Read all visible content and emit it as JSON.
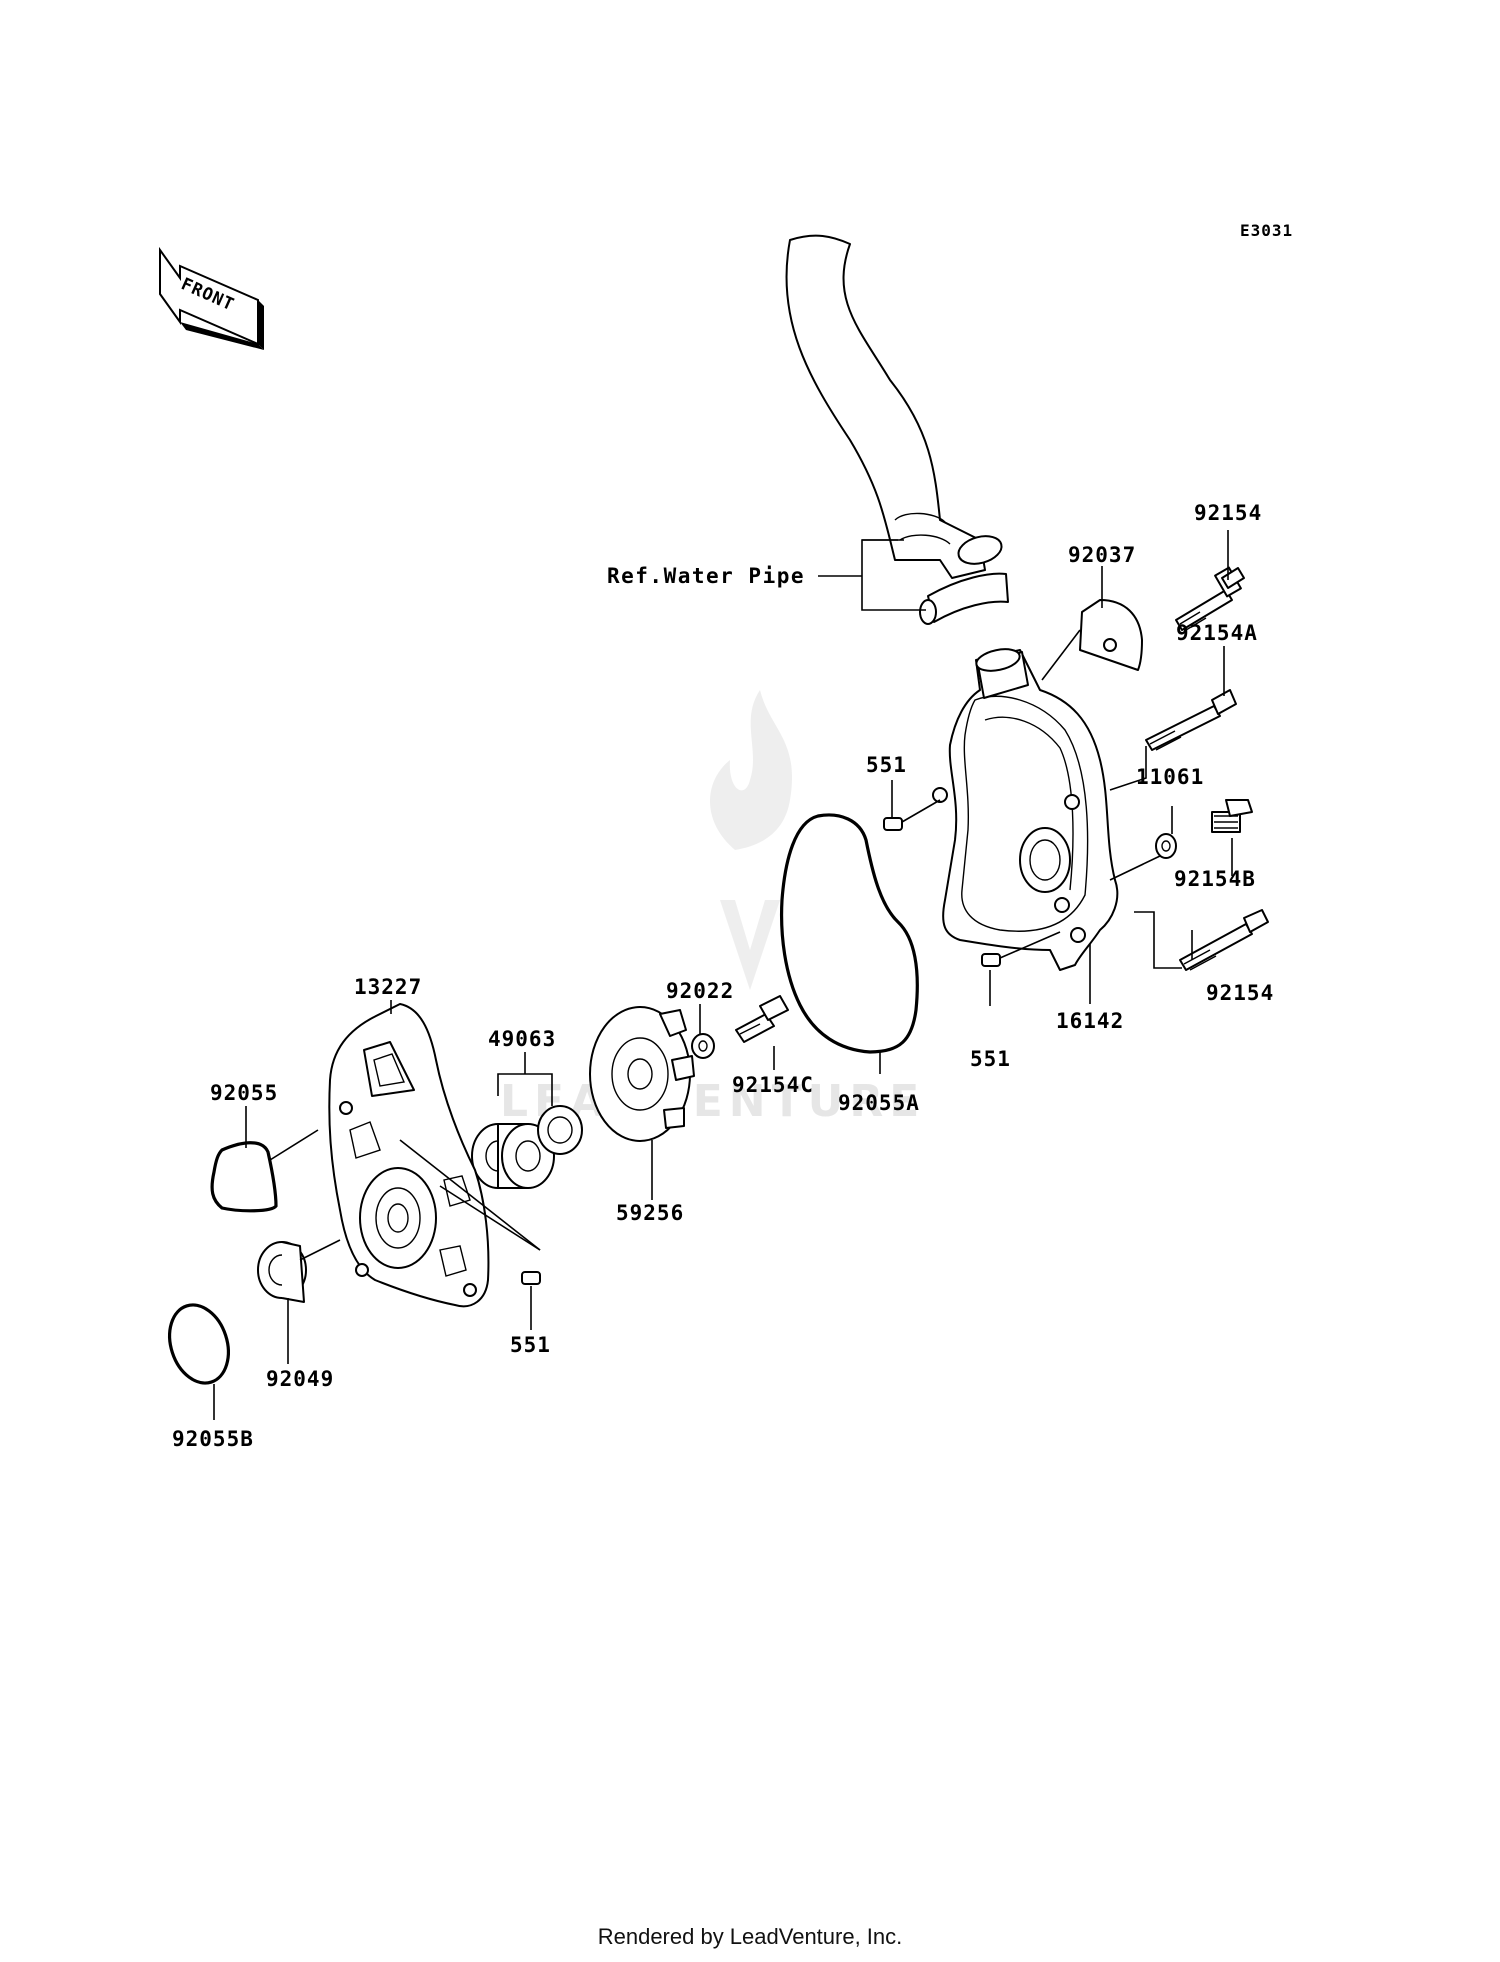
{
  "diagram": {
    "code": "E3031",
    "front_label": "FRONT",
    "reference_label": "Ref.Water Pipe",
    "watermark": "LEADVENTURE",
    "footer": "Rendered by LeadVenture, Inc."
  },
  "parts": [
    {
      "id": "p92154-top",
      "number": "92154"
    },
    {
      "id": "p92037",
      "number": "92037"
    },
    {
      "id": "p92154A",
      "number": "92154A"
    },
    {
      "id": "p551-top",
      "number": "551"
    },
    {
      "id": "p11061",
      "number": "11061"
    },
    {
      "id": "p92154B",
      "number": "92154B"
    },
    {
      "id": "p92154-bottom",
      "number": "92154"
    },
    {
      "id": "p16142",
      "number": "16142"
    },
    {
      "id": "p551-mid",
      "number": "551"
    },
    {
      "id": "p92022",
      "number": "92022"
    },
    {
      "id": "p92154C",
      "number": "92154C"
    },
    {
      "id": "p92055A",
      "number": "92055A"
    },
    {
      "id": "p13227",
      "number": "13227"
    },
    {
      "id": "p49063",
      "number": "49063"
    },
    {
      "id": "p92055",
      "number": "92055"
    },
    {
      "id": "p59256",
      "number": "59256"
    },
    {
      "id": "p551-low",
      "number": "551"
    },
    {
      "id": "p92049",
      "number": "92049"
    },
    {
      "id": "p92055B",
      "number": "92055B"
    }
  ]
}
